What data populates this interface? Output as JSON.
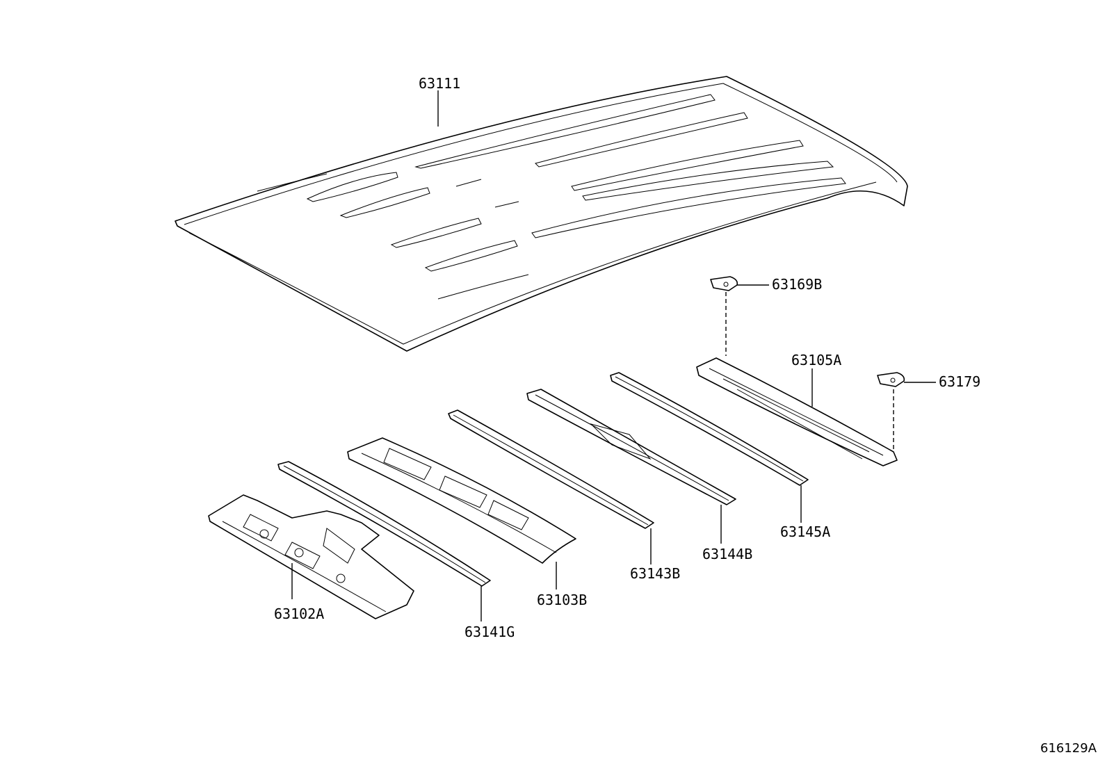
{
  "labels": {
    "roof_panel": "63111",
    "reinforcement_plate_b": "63169B",
    "rear_header_panel": "63105A",
    "reinforcement_plate": "63179",
    "bow_145": "63145A",
    "bow_144": "63144B",
    "bow_143": "63143B",
    "center_header": "63103B",
    "bow_141": "63141G",
    "front_header": "63102A"
  },
  "figure_id": "616129A"
}
